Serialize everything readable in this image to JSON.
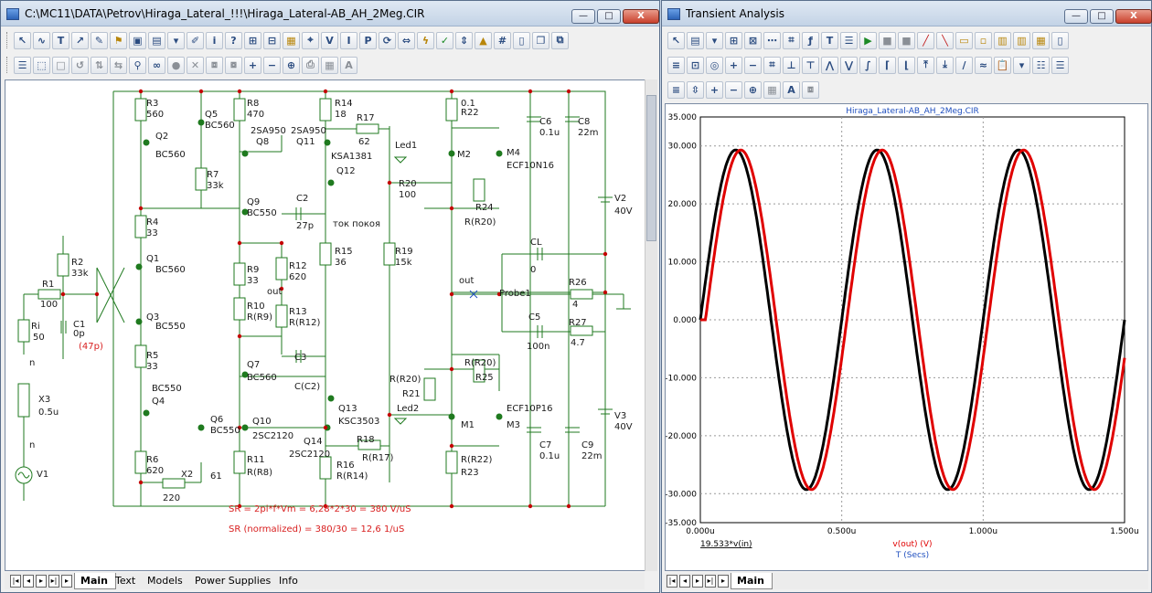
{
  "left_window": {
    "title": "C:\\MC11\\DATA\\Petrov\\Hiraga_Lateral_!!!\\Hiraga_Lateral-AB_AH_2Meg.CIR",
    "controls": {
      "minimize": "—",
      "maximize": "□",
      "close": "X"
    },
    "tabs": [
      {
        "label": "Main",
        "active": true
      },
      {
        "label": "Text",
        "active": false
      },
      {
        "label": "Models",
        "active": false
      },
      {
        "label": "Power Supplies",
        "active": false
      },
      {
        "label": "Info",
        "active": false
      }
    ]
  },
  "schematic": {
    "components": [
      "R3",
      "560",
      "Q5",
      "BC560",
      "R8",
      "470",
      "R14",
      "18",
      "0.1",
      "R22",
      "C6",
      "0.1u",
      "C8",
      "22m",
      "Q2",
      "BC560",
      "2SA950",
      "Q8",
      "2SA950",
      "Q11",
      "R17",
      "62",
      "KSA1381",
      "Q12",
      "Led1",
      "M2",
      "M4",
      "ECF10N16",
      "R7",
      "33k",
      "R20",
      "100",
      "Q9",
      "BC550",
      "C2",
      "27p",
      "ток покоя",
      "R24",
      "R(R20)",
      "V2",
      "40V",
      "R4",
      "33",
      "R2",
      "33k",
      "Q1",
      "BC560",
      "R9",
      "33",
      "R12",
      "620",
      "R15",
      "36",
      "R19",
      "15k",
      "CL",
      "0",
      "R1",
      "100",
      "out",
      "Probe1",
      "out",
      "R26",
      "4",
      "R10",
      "R(R9)",
      "R13",
      "R(R12)",
      "C5",
      "100n",
      "R27",
      "4.7",
      "Ri",
      "50",
      "C1",
      "0p",
      "(47p)",
      "Q3",
      "BC550",
      "C3",
      "C(C2)",
      "R(R20)",
      "R(R20)",
      "R21",
      "R25",
      "R5",
      "33",
      "Q7",
      "BC560",
      "Led2",
      "ECF10P16",
      "BC550",
      "Q4",
      "Q13",
      "KSC3503",
      "M1",
      "M3",
      "X3",
      "0.5u",
      "Q6",
      "BC550",
      "Q10",
      "2SC2120",
      "Q14",
      "2SC2120",
      "R18",
      "R(R17)",
      "C7",
      "0.1u",
      "C9",
      "22m",
      "V3",
      "40V",
      "R6",
      "620",
      "R11",
      "R(R8)",
      "R16",
      "R(R14)",
      "R(R22)",
      "R23",
      "X2",
      "61",
      "220",
      "V1",
      "n",
      "n"
    ],
    "notes": [
      "SR = 2pi*f*Vm = 6,28*2*30 = 380 V/uS",
      "SR (normalized) = 380/30 = 12,6  1/uS"
    ],
    "colors": {
      "wire": "#1f7a1f",
      "text": "#1a1a1a",
      "note": "#d81e1e",
      "node": "#c40000"
    }
  },
  "right_window": {
    "title": "Transient Analysis",
    "tabs": [
      {
        "label": "Main",
        "active": true
      }
    ]
  },
  "chart_data": {
    "type": "line",
    "title": "Hiraga_Lateral-AB_AH_2Meg.CIR",
    "xlabel": "T (Secs)",
    "xlim": [
      0,
      1.5
    ],
    "ylim": [
      -35,
      35
    ],
    "x_ticks": [
      "0.000u",
      "0.500u",
      "1.000u",
      "1.500u"
    ],
    "y_ticks": [
      "35.000",
      "30.000",
      "20.000",
      "10.000",
      "0.000",
      "-10.000",
      "-20.000",
      "-30.000",
      "-35.000"
    ],
    "grid": true,
    "series": [
      {
        "name": "19.533*v(in)",
        "color": "#000000",
        "amplitude": 29.3,
        "frequency_MHz": 2.0,
        "phase_delay_us": 0.0
      },
      {
        "name": "v(out) (V)",
        "color": "#e00000",
        "amplitude": 29.3,
        "frequency_MHz": 2.0,
        "phase_delay_us": 0.018
      }
    ]
  }
}
